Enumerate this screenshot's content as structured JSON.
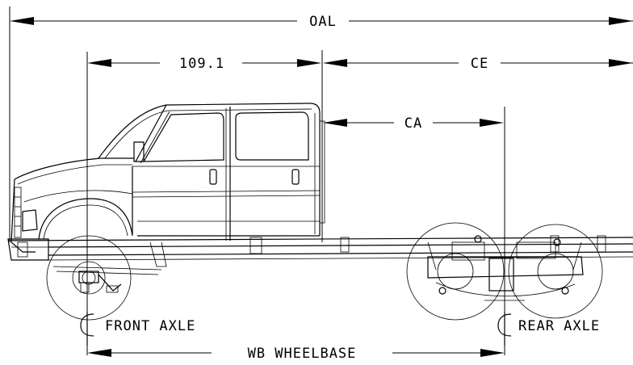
{
  "dimensions": {
    "oal": "OAL",
    "bbc": "109.1",
    "ce": "CE",
    "ca": "CA",
    "wheelbase": "WB WHEELBASE"
  },
  "axles": {
    "front_label": "FRONT AXLE",
    "rear_label": "REAR AXLE"
  }
}
